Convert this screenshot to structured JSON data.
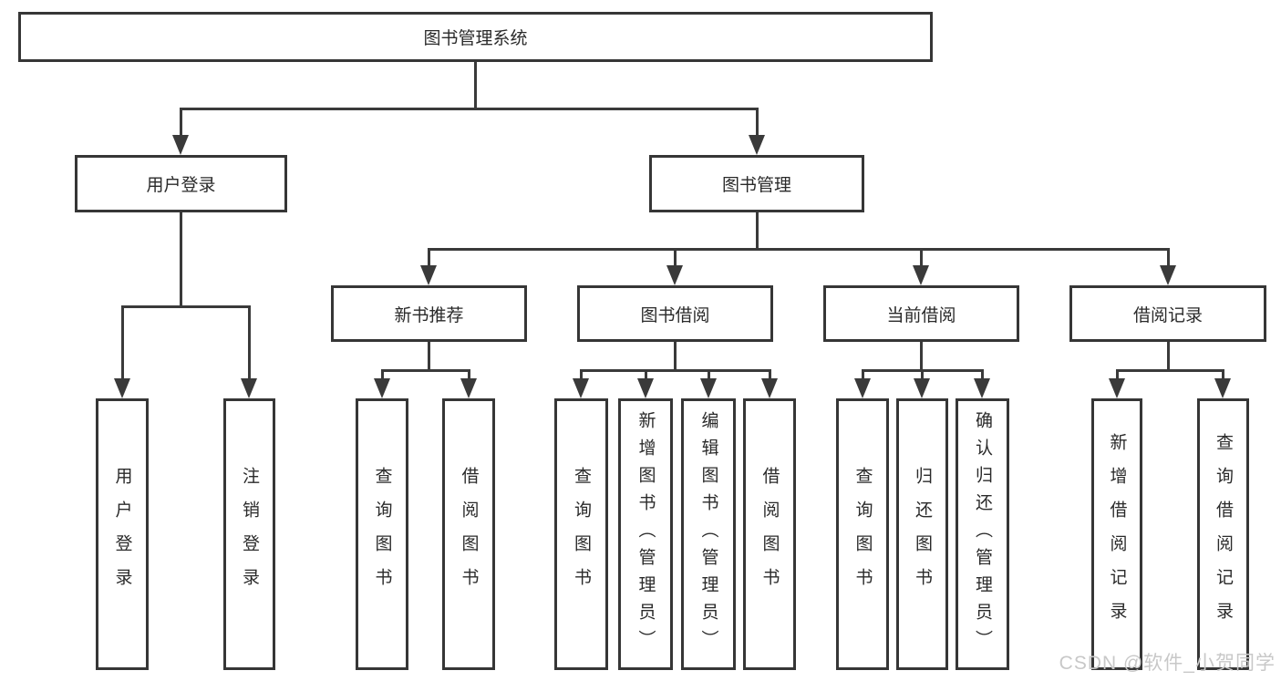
{
  "root": {
    "label": "图书管理系统"
  },
  "user_login": {
    "label": "用户登录",
    "children": {
      "login": "用户登录",
      "logout": "注销登录"
    }
  },
  "book_mgmt": {
    "label": "图书管理",
    "children": {
      "new_book_rec": {
        "label": "新书推荐",
        "children": {
          "query": "查询图书",
          "borrow": "借阅图书"
        }
      },
      "book_borrow": {
        "label": "图书借阅",
        "children": {
          "query": "查询图书",
          "add": "新增图书（管理员）",
          "edit": "编辑图书（管理员）",
          "borrow": "借阅图书"
        }
      },
      "current_borrow": {
        "label": "当前借阅",
        "children": {
          "query": "查询图书",
          "return": "归还图书",
          "confirm": "确认归还（管理员）"
        }
      },
      "borrow_records": {
        "label": "借阅记录",
        "children": {
          "add": "新增借阅记录",
          "query": "查询借阅记录"
        }
      }
    }
  },
  "watermark": "CSDN @软件_小贺同学",
  "colors": {
    "line": "#3a3a3a",
    "border": "#363636",
    "text": "#2a2a2a",
    "background": "#ffffff",
    "watermark": "#c8c8c8"
  }
}
